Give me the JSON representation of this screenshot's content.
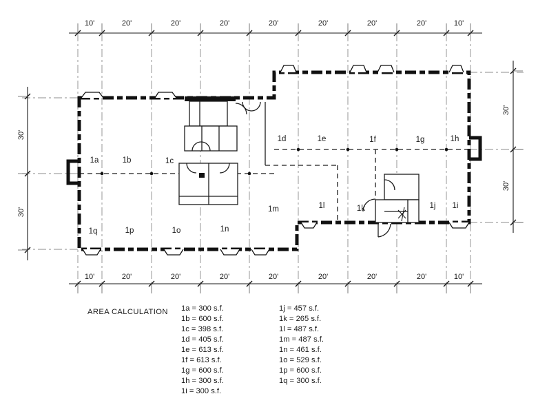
{
  "drawing": {
    "ink": "#1a1a1a",
    "title": "AREA CALCULATION",
    "dims_top": [
      "10'",
      "20'",
      "20'",
      "20'",
      "20'",
      "20'",
      "20'",
      "20'",
      "10'"
    ],
    "dims_bottom": [
      "10'",
      "20'",
      "20'",
      "20'",
      "20'",
      "20'",
      "20'",
      "20'",
      "10'"
    ],
    "dims_left": [
      "30'",
      "30'"
    ],
    "dims_right": [
      "30'",
      "30'"
    ],
    "rooms": [
      "1a",
      "1b",
      "1c",
      "1d",
      "1e",
      "1f",
      "1g",
      "1h",
      "1i",
      "1j",
      "1k",
      "1l",
      "1m",
      "1n",
      "1o",
      "1p",
      "1q"
    ],
    "areas_col1": [
      "1a = 300 s.f.",
      "1b = 600 s.f.",
      "1c = 398 s.f.",
      "1d = 405 s.f.",
      "1e = 613 s.f.",
      "1f = 613 s.f.",
      "1g = 600 s.f.",
      "1h = 300 s.f.",
      "1i = 300 s.f."
    ],
    "areas_col2": [
      "1j = 457 s.f.",
      "1k = 265 s.f.",
      "1l = 487 s.f.",
      "1m = 487 s.f.",
      "1n = 461 s.f.",
      "1o = 529 s.f.",
      "1p = 600 s.f.",
      "1q = 300 s.f."
    ]
  }
}
